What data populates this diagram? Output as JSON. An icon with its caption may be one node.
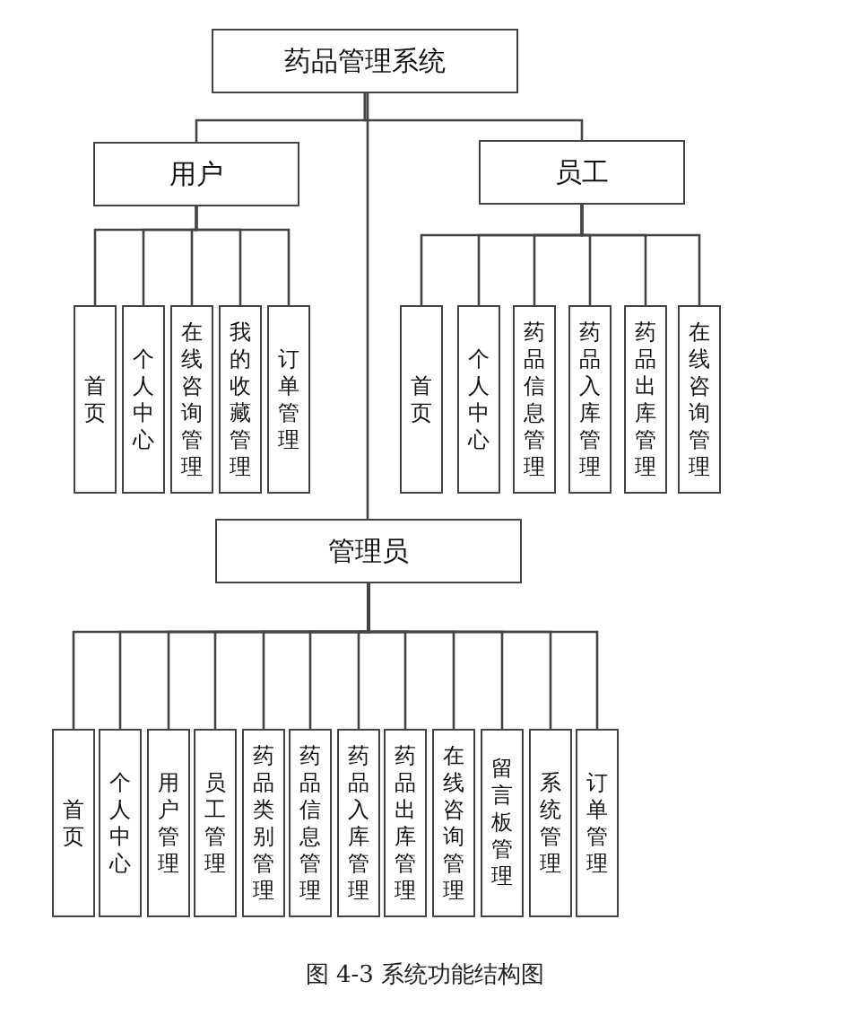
{
  "diagram": {
    "caption": "图 4-3 系统功能结构图",
    "nodes": [
      {
        "text": [
          "药品管理系统"
        ]
      },
      {
        "text": [
          "用户"
        ]
      },
      {
        "text": [
          "员工"
        ]
      },
      {
        "text": [
          "管理员"
        ]
      },
      {
        "text": [
          "首页"
        ]
      },
      {
        "text": [
          "个人中心"
        ]
      },
      {
        "text": [
          "在线咨询管理"
        ]
      },
      {
        "text": [
          "我的收藏管理"
        ]
      },
      {
        "text": [
          "订单管理"
        ]
      },
      {
        "text": [
          "首页"
        ]
      },
      {
        "text": [
          "个人中心"
        ]
      },
      {
        "text": [
          "药品信息管理"
        ]
      },
      {
        "text": [
          "药品入库管理"
        ]
      },
      {
        "text": [
          "药品出库管理"
        ]
      },
      {
        "text": [
          "在线咨询管理"
        ]
      },
      {
        "text": [
          "首页"
        ]
      },
      {
        "text": [
          "个人中心"
        ]
      },
      {
        "text": [
          "用户管理"
        ]
      },
      {
        "text": [
          "员工管理"
        ]
      },
      {
        "text": [
          "药品类别管理"
        ]
      },
      {
        "text": [
          "药品信息管理"
        ]
      },
      {
        "text": [
          "药品入库管理"
        ]
      },
      {
        "text": [
          "药品出库管理"
        ]
      },
      {
        "text": [
          "在线咨询管理"
        ]
      },
      {
        "text": [
          "留言板管理"
        ]
      },
      {
        "text": [
          "系统管理"
        ]
      },
      {
        "text": [
          "订单管理"
        ]
      }
    ],
    "edges": [
      {
        "from": 0,
        "to": 1,
        "arrow": "none"
      },
      {
        "from": 0,
        "to": 2,
        "arrow": "none"
      },
      {
        "from": 0,
        "to": 3,
        "arrow": "none"
      },
      {
        "from": 1,
        "to": 4,
        "arrow": "none"
      },
      {
        "from": 1,
        "to": 5,
        "arrow": "none"
      },
      {
        "from": 1,
        "to": 6,
        "arrow": "none"
      },
      {
        "from": 1,
        "to": 7,
        "arrow": "none"
      },
      {
        "from": 1,
        "to": 8,
        "arrow": "none"
      },
      {
        "from": 2,
        "to": 9,
        "arrow": "none"
      },
      {
        "from": 2,
        "to": 10,
        "arrow": "none"
      },
      {
        "from": 2,
        "to": 11,
        "arrow": "none"
      },
      {
        "from": 2,
        "to": 12,
        "arrow": "none"
      },
      {
        "from": 2,
        "to": 13,
        "arrow": "none"
      },
      {
        "from": 2,
        "to": 14,
        "arrow": "none"
      },
      {
        "from": 3,
        "to": 15,
        "arrow": "none"
      },
      {
        "from": 3,
        "to": 16,
        "arrow": "none"
      },
      {
        "from": 3,
        "to": 17,
        "arrow": "none"
      },
      {
        "from": 3,
        "to": 18,
        "arrow": "none"
      },
      {
        "from": 3,
        "to": 19,
        "arrow": "none"
      },
      {
        "from": 3,
        "to": 20,
        "arrow": "none"
      },
      {
        "from": 3,
        "to": 21,
        "arrow": "none"
      },
      {
        "from": 3,
        "to": 22,
        "arrow": "none"
      },
      {
        "from": 3,
        "to": 23,
        "arrow": "none"
      },
      {
        "from": 3,
        "to": 24,
        "arrow": "none"
      },
      {
        "from": 3,
        "to": 25,
        "arrow": "none"
      },
      {
        "from": 3,
        "to": 26,
        "arrow": "none"
      }
    ]
  }
}
